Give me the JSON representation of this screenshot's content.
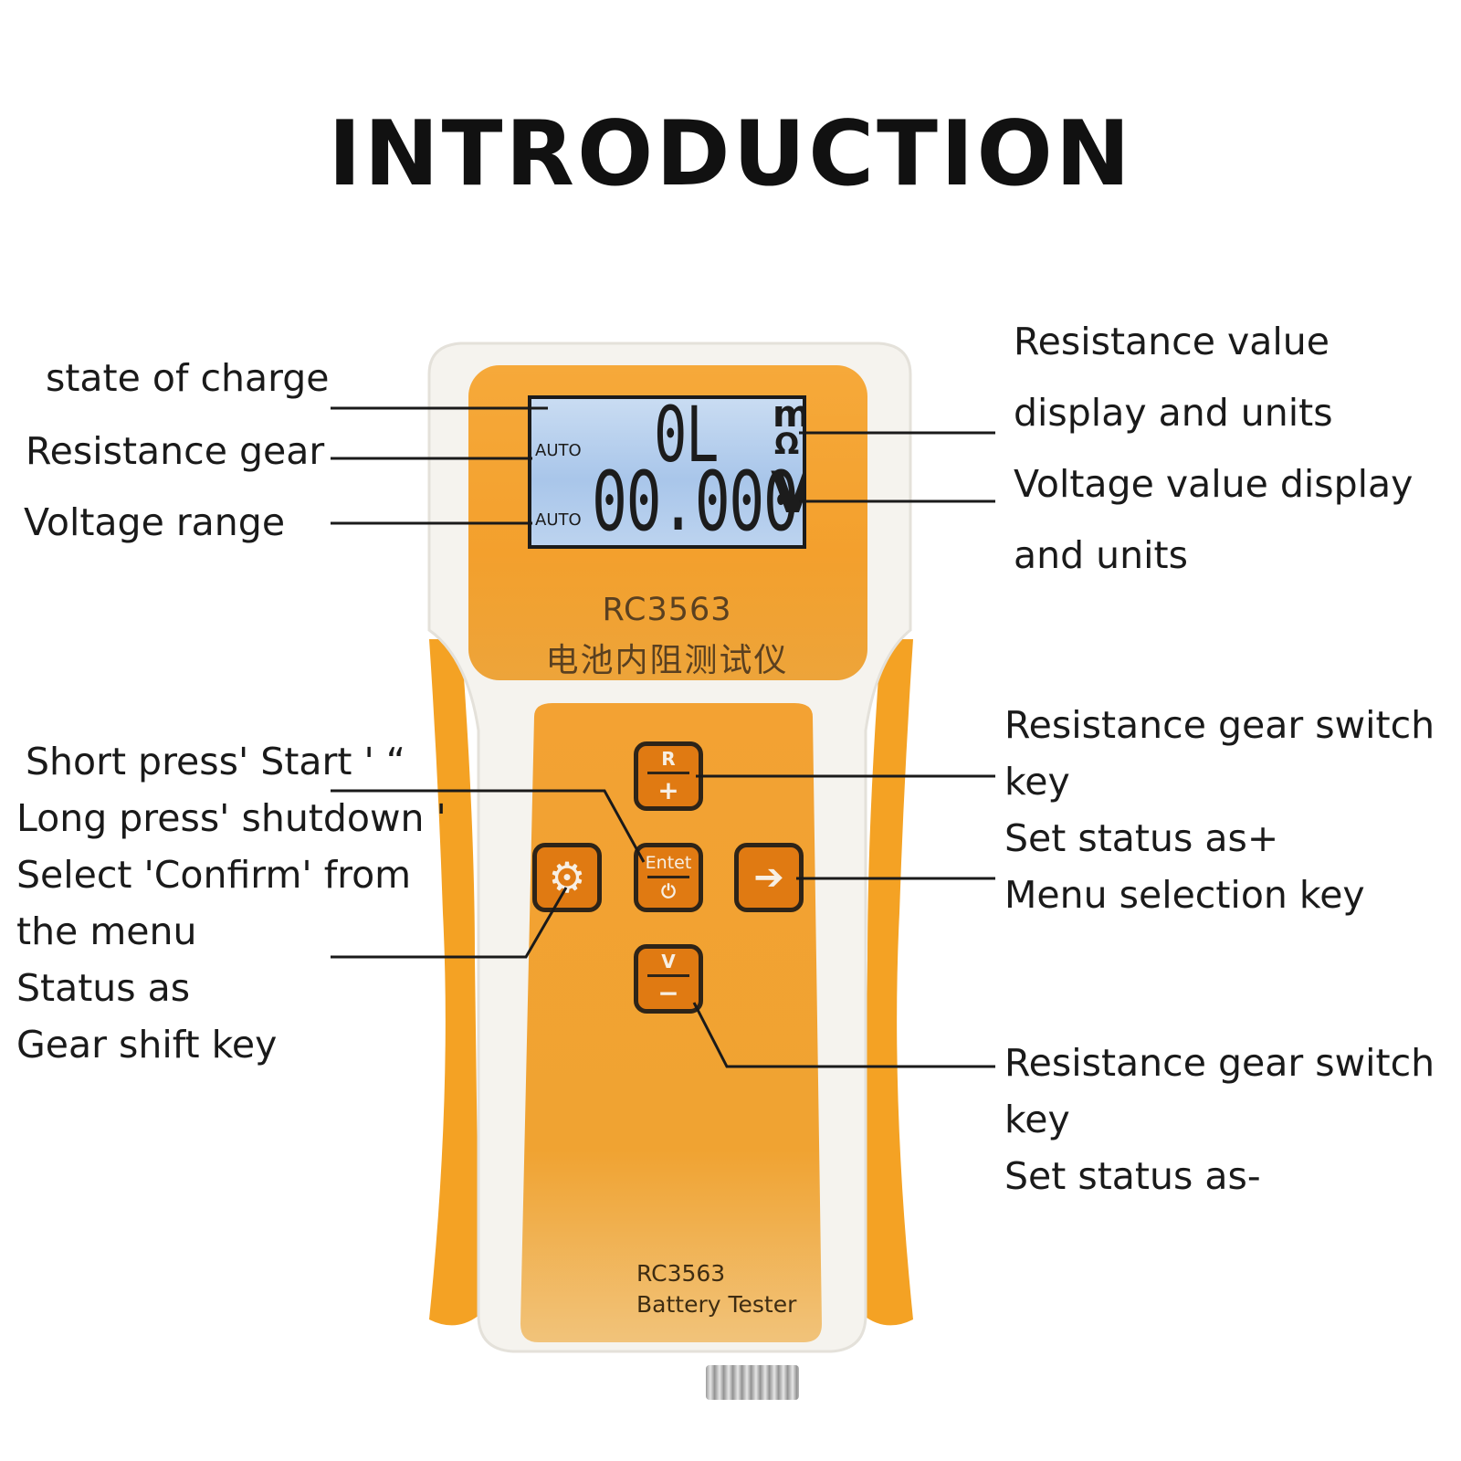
{
  "title": "INTRODUCTION",
  "left_labels": {
    "state_of_charge": "state of charge",
    "resistance_gear": "Resistance gear",
    "voltage_range": "Voltage range",
    "enter_key_desc": [
      "Short press' Start '  “",
      "Long press' shutdown '",
      "Select 'Confirm' from",
      "the menu",
      "Status as",
      "Gear shift key"
    ]
  },
  "right_labels": {
    "resistance_value": [
      "Resistance value",
      "display and units"
    ],
    "voltage_value": [
      "Voltage value display",
      "and units"
    ],
    "r_key_desc": [
      "Resistance gear switch",
      "key",
      "Set status as+",
      "Menu selection key"
    ],
    "v_key_desc": [
      "Resistance gear switch",
      "key",
      "Set status as-"
    ]
  },
  "device": {
    "lcd": {
      "resistance_reading": "0L",
      "voltage_reading": "00.000",
      "resistance_unit_prefix": "m",
      "resistance_unit": "Ω",
      "voltage_unit": "V",
      "auto_resistance": "AUTO",
      "auto_voltage": "AUTO"
    },
    "model": "RC3563",
    "chinese_name": "电池内阻测试仪",
    "keys": {
      "r_top": "R",
      "r_bottom": "+",
      "enter_top": "Entet",
      "enter_bottom": "⏻",
      "v_top": "V",
      "v_bottom": "−",
      "settings_icon": "⚙",
      "right_arrow": "➔"
    },
    "bottom_model": "RC3563",
    "bottom_name": "Battery Tester"
  },
  "colors": {
    "body_orange": "#f0a431",
    "shell": "#f4f3ef",
    "key_orange": "#e07a12",
    "lcd_blue": "#b3cdee"
  }
}
